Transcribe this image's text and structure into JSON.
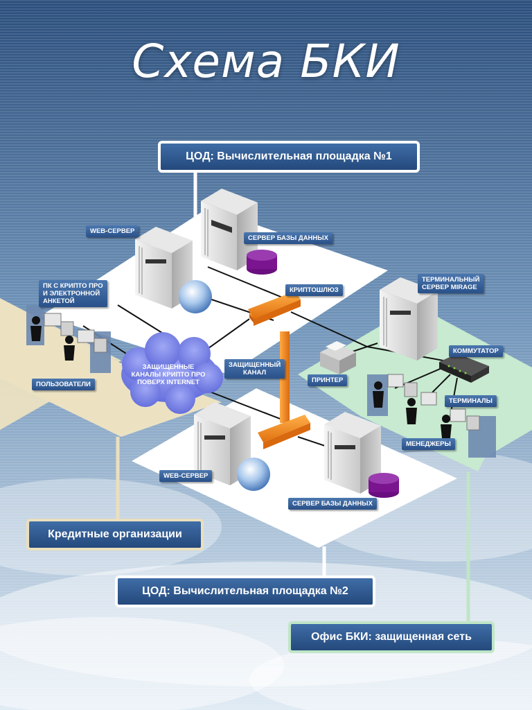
{
  "title": "Схема БКИ",
  "zones": {
    "dc1": "ЦОД: Вычислительная площадка №1",
    "dc2": "ЦОД: Вычислительная площадка №2",
    "credit": "Кредитные организации",
    "office": "Офис БКИ: защищенная сеть"
  },
  "labels": {
    "web_server_1": "WEB-СЕРВЕР",
    "db_server_1": "СЕРВЕР БАЗЫ ДАННЫХ",
    "crypto_gateway": "КРИПТОШЛЮЗ",
    "terminal_server": "ТЕРМИНАЛЬНЫЙ\nСЕРВЕР MIRAGE",
    "pc_crypto": "ПК С КРИПТО ПРО\nИ ЭЛЕКТРОННОЙ\nАНКЕТОЙ",
    "switch": "КОММУТАТОР",
    "secure_channel": "ЗАЩИЩЕННЫЙ\nКАНАЛ",
    "printer": "ПРИНТЕР",
    "users": "ПОЛЬЗОВАТЕЛИ",
    "cloud": "ЗАЩИЩЕННЫЕ\nКАНАЛЫ КРИПТО ПРО\nПОВЕРХ INTERNET",
    "terminals": "ТЕРМИНАЛЫ",
    "managers": "МЕНЕДЖЕРЫ",
    "web_server_2": "WEB-СЕРВЕР",
    "db_server_2": "СЕРВЕР БАЗЫ ДАННЫХ"
  },
  "colors": {
    "sky_top": "#2a4f7d",
    "sky_bottom": "#d7e6f1",
    "zone_label_fill": "#2f5a90",
    "credit_zone": "#ece2c2",
    "office_zone": "#c7ead0",
    "crypto_gateway": "#f08a1e",
    "database": "#7a148f"
  }
}
